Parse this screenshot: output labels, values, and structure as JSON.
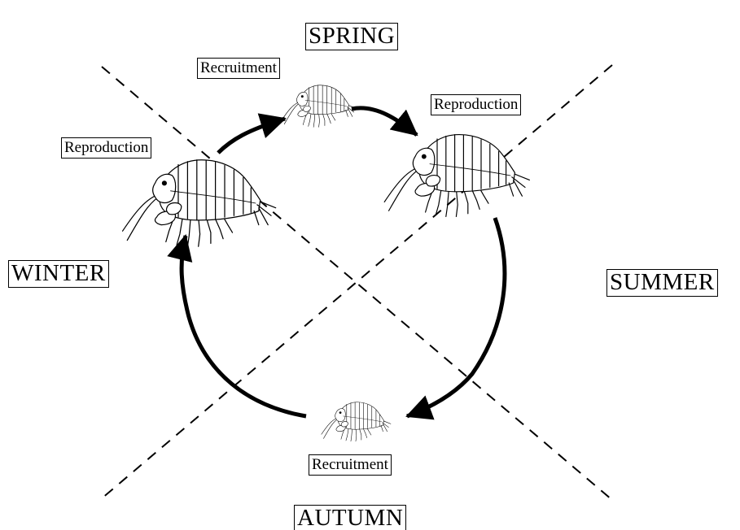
{
  "seasons": {
    "spring": "SPRING",
    "summer": "SUMMER",
    "autumn": "AUTUMN",
    "winter": "WINTER"
  },
  "stages": {
    "spring_recruitment": "Recruitment",
    "summer_reproduction": "Reproduction",
    "autumn_recruitment": "Recruitment",
    "winter_reproduction": "Reproduction"
  },
  "icons": {
    "organism": "amphipod-icon",
    "cycle_arrow": "arrow-icon"
  },
  "colors": {
    "line": "#000000",
    "background": "#ffffff"
  }
}
